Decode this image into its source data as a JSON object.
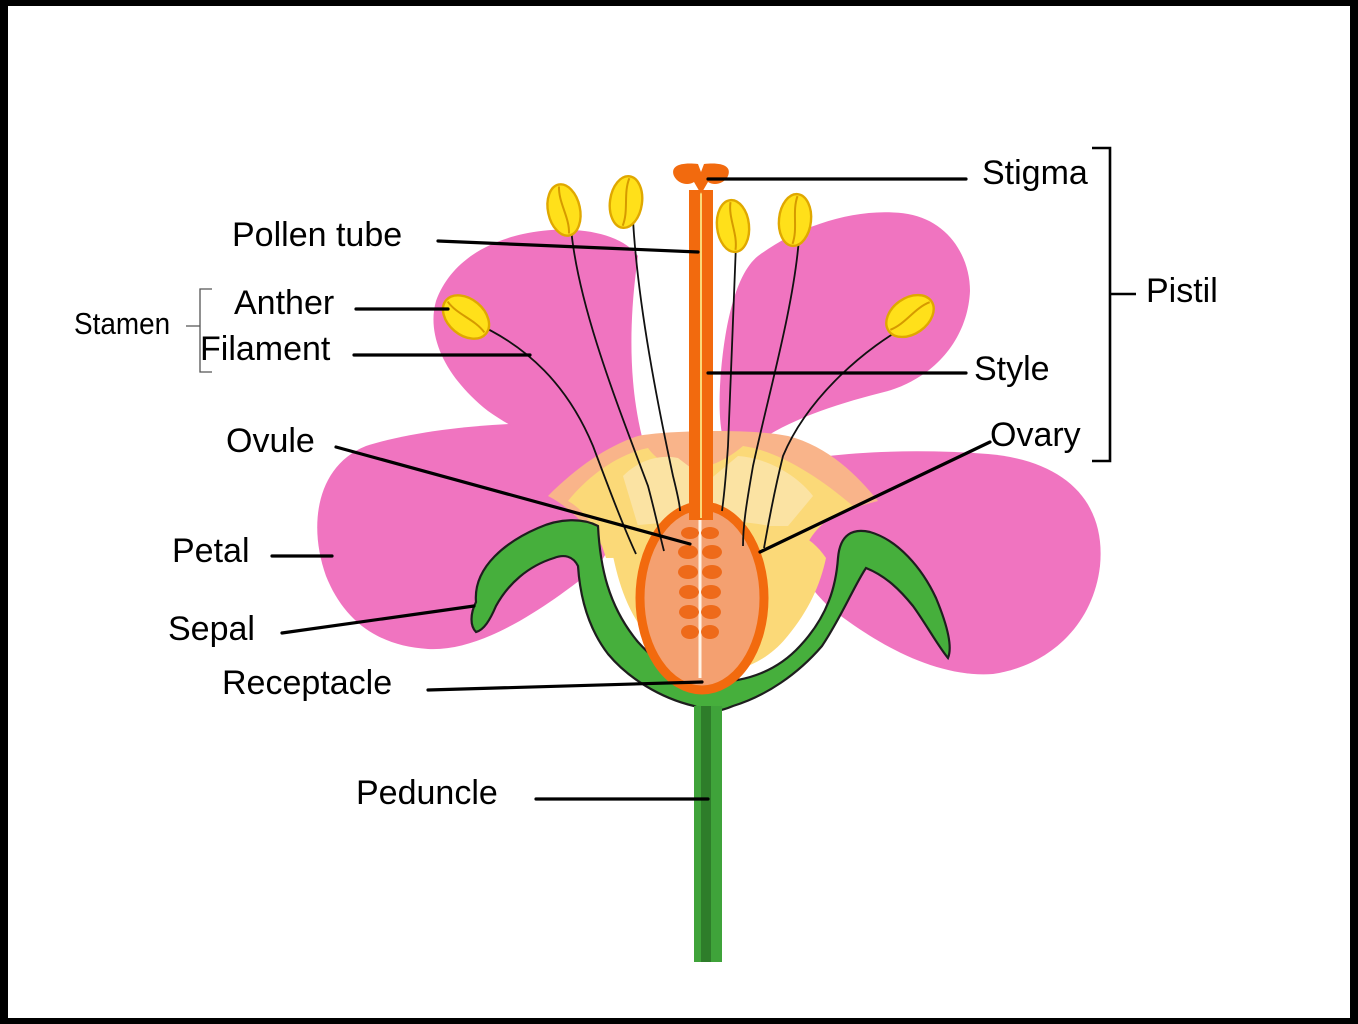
{
  "labels": {
    "stigma": "Stigma",
    "pollen_tube": "Pollen tube",
    "stamen": "Stamen",
    "anther": "Anther",
    "filament": "Filament",
    "pistil": "Pistil",
    "style": "Style",
    "ovule": "Ovule",
    "ovary": "Ovary",
    "petal": "Petal",
    "sepal": "Sepal",
    "receptacle": "Receptacle",
    "peduncle": "Peduncle"
  },
  "colors": {
    "petal": "#F074C0",
    "sepal_receptacle": "#3FAE3A",
    "peduncle": "#2E8B2E",
    "nectary": "#FBD978",
    "pistil": "#F26A0E",
    "ovary_fill": "#F4A070",
    "anther": "#FFE01A"
  }
}
